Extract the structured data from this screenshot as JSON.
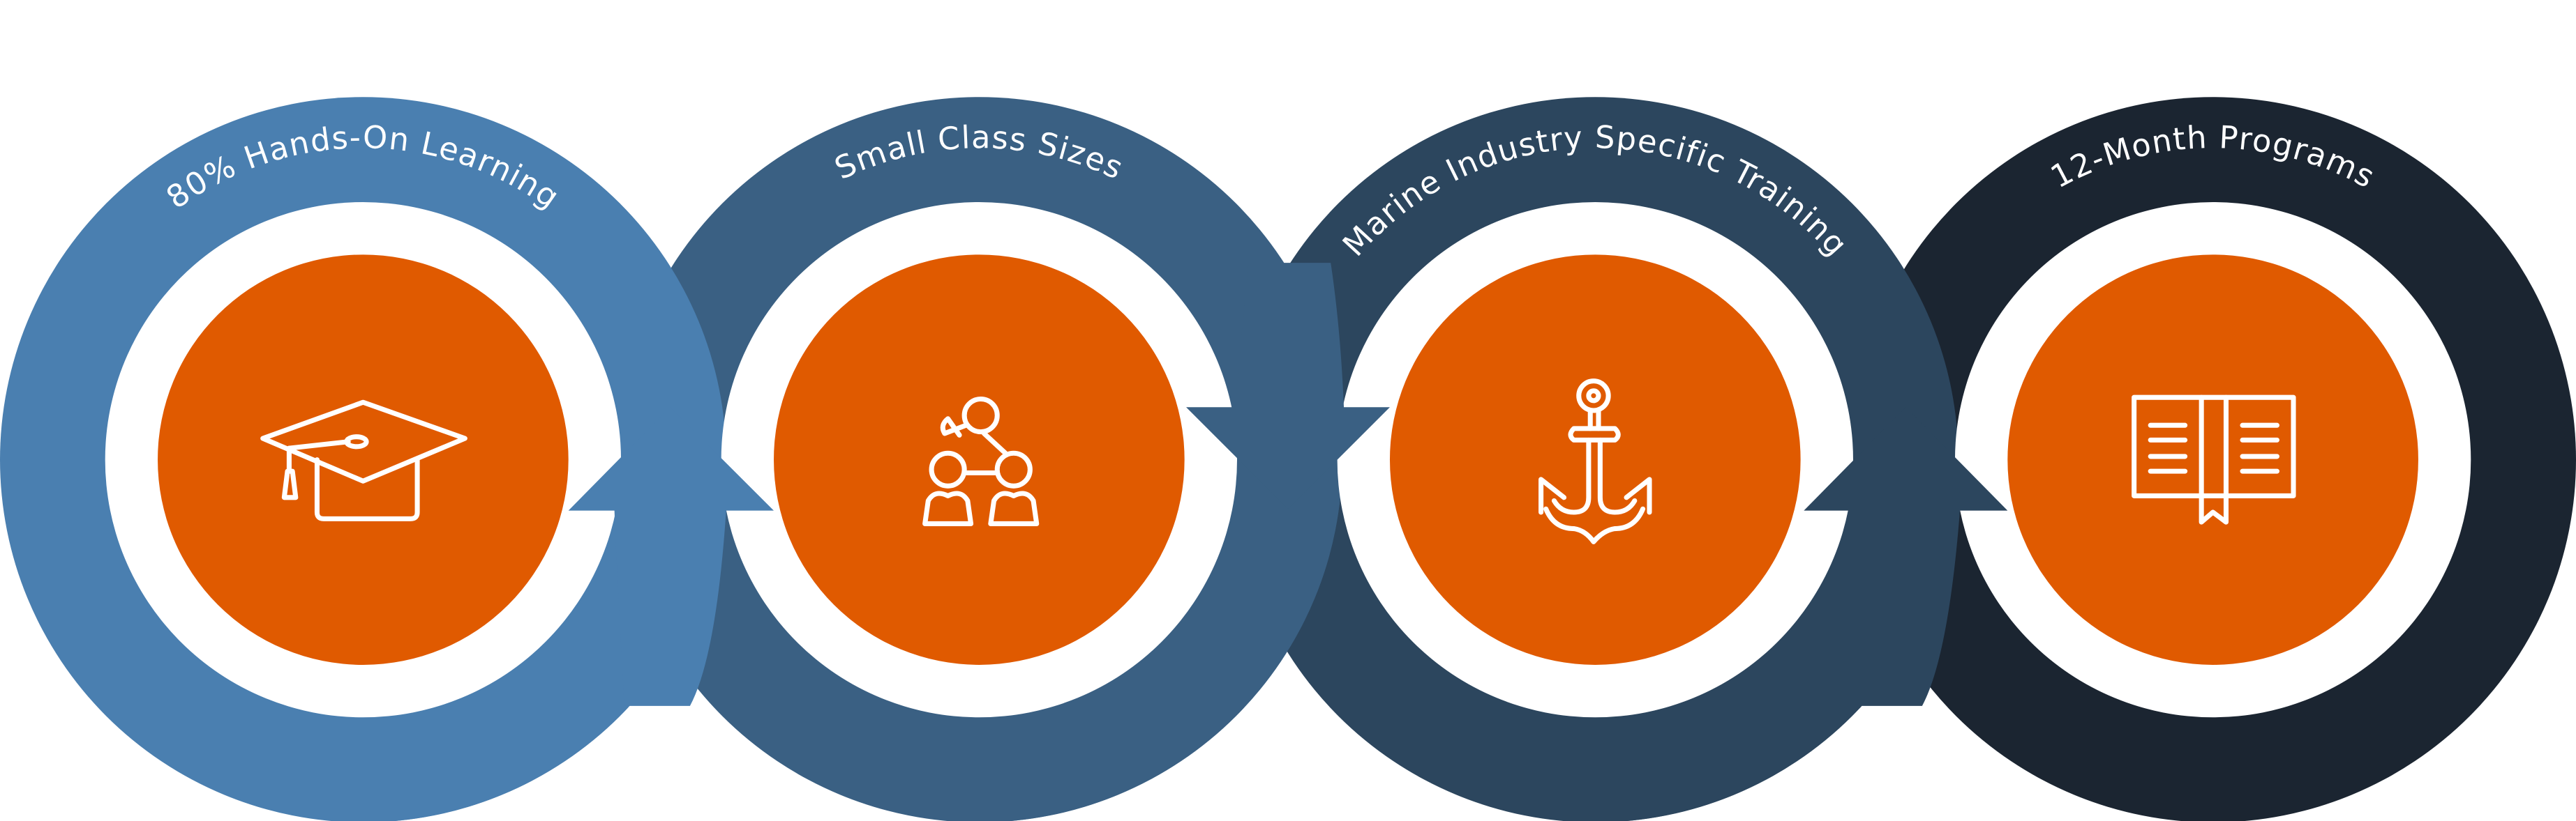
{
  "diagram": {
    "steps": [
      {
        "label": "80% Hands-On Learning",
        "icon": "graduation-cap-icon",
        "color": "#4A7FB0"
      },
      {
        "label": "Small Class Sizes",
        "icon": "students-icon",
        "color": "#3A6083"
      },
      {
        "label": "Marine Industry Specific Training",
        "icon": "anchor-icon",
        "color": "#2C465E"
      },
      {
        "label": "12-Month Programs",
        "icon": "open-book-icon",
        "color": "#1B2531"
      }
    ],
    "center_color": "#E05A00",
    "gap_color": "#FFFFFF"
  }
}
